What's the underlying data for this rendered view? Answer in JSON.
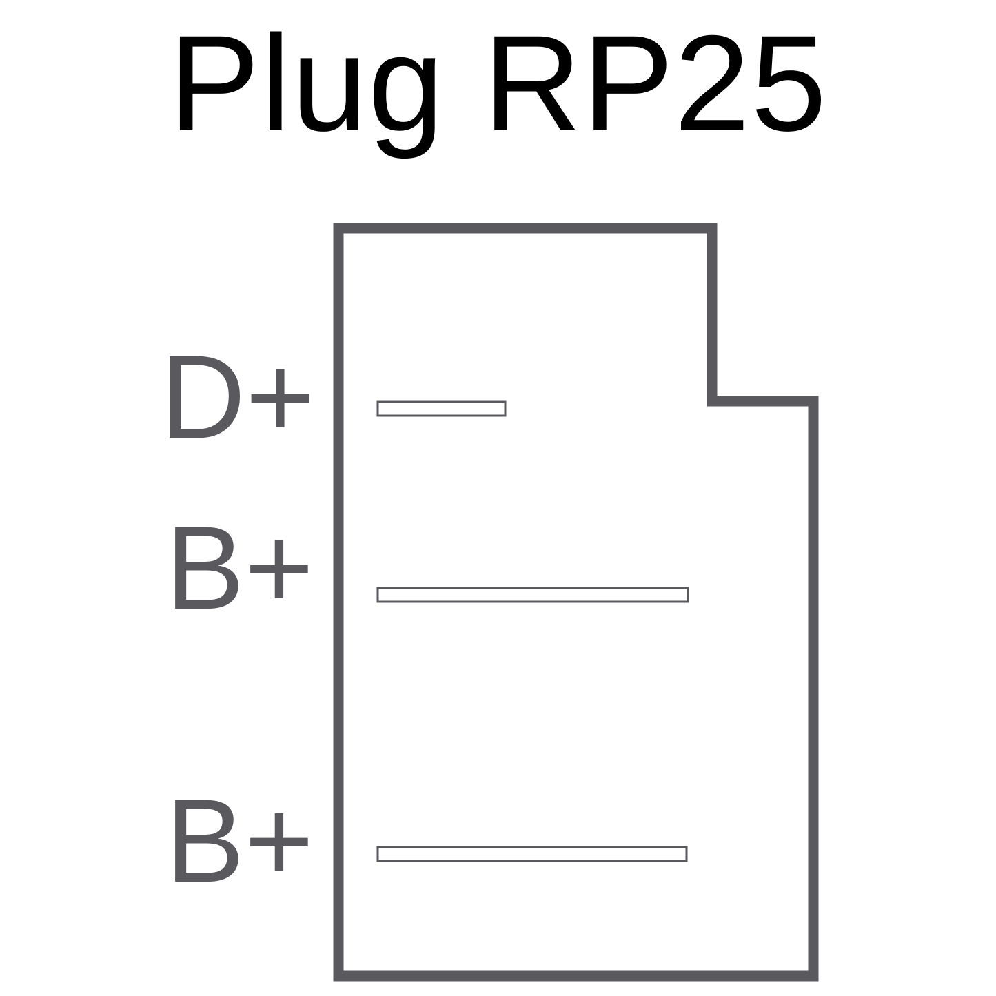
{
  "title": "Plug RP25",
  "pins": [
    {
      "label": "D+"
    },
    {
      "label": "B+"
    },
    {
      "label": "B+"
    }
  ],
  "colors": {
    "outline": "#5a5a5e",
    "title": "#000000",
    "background": "#ffffff"
  }
}
